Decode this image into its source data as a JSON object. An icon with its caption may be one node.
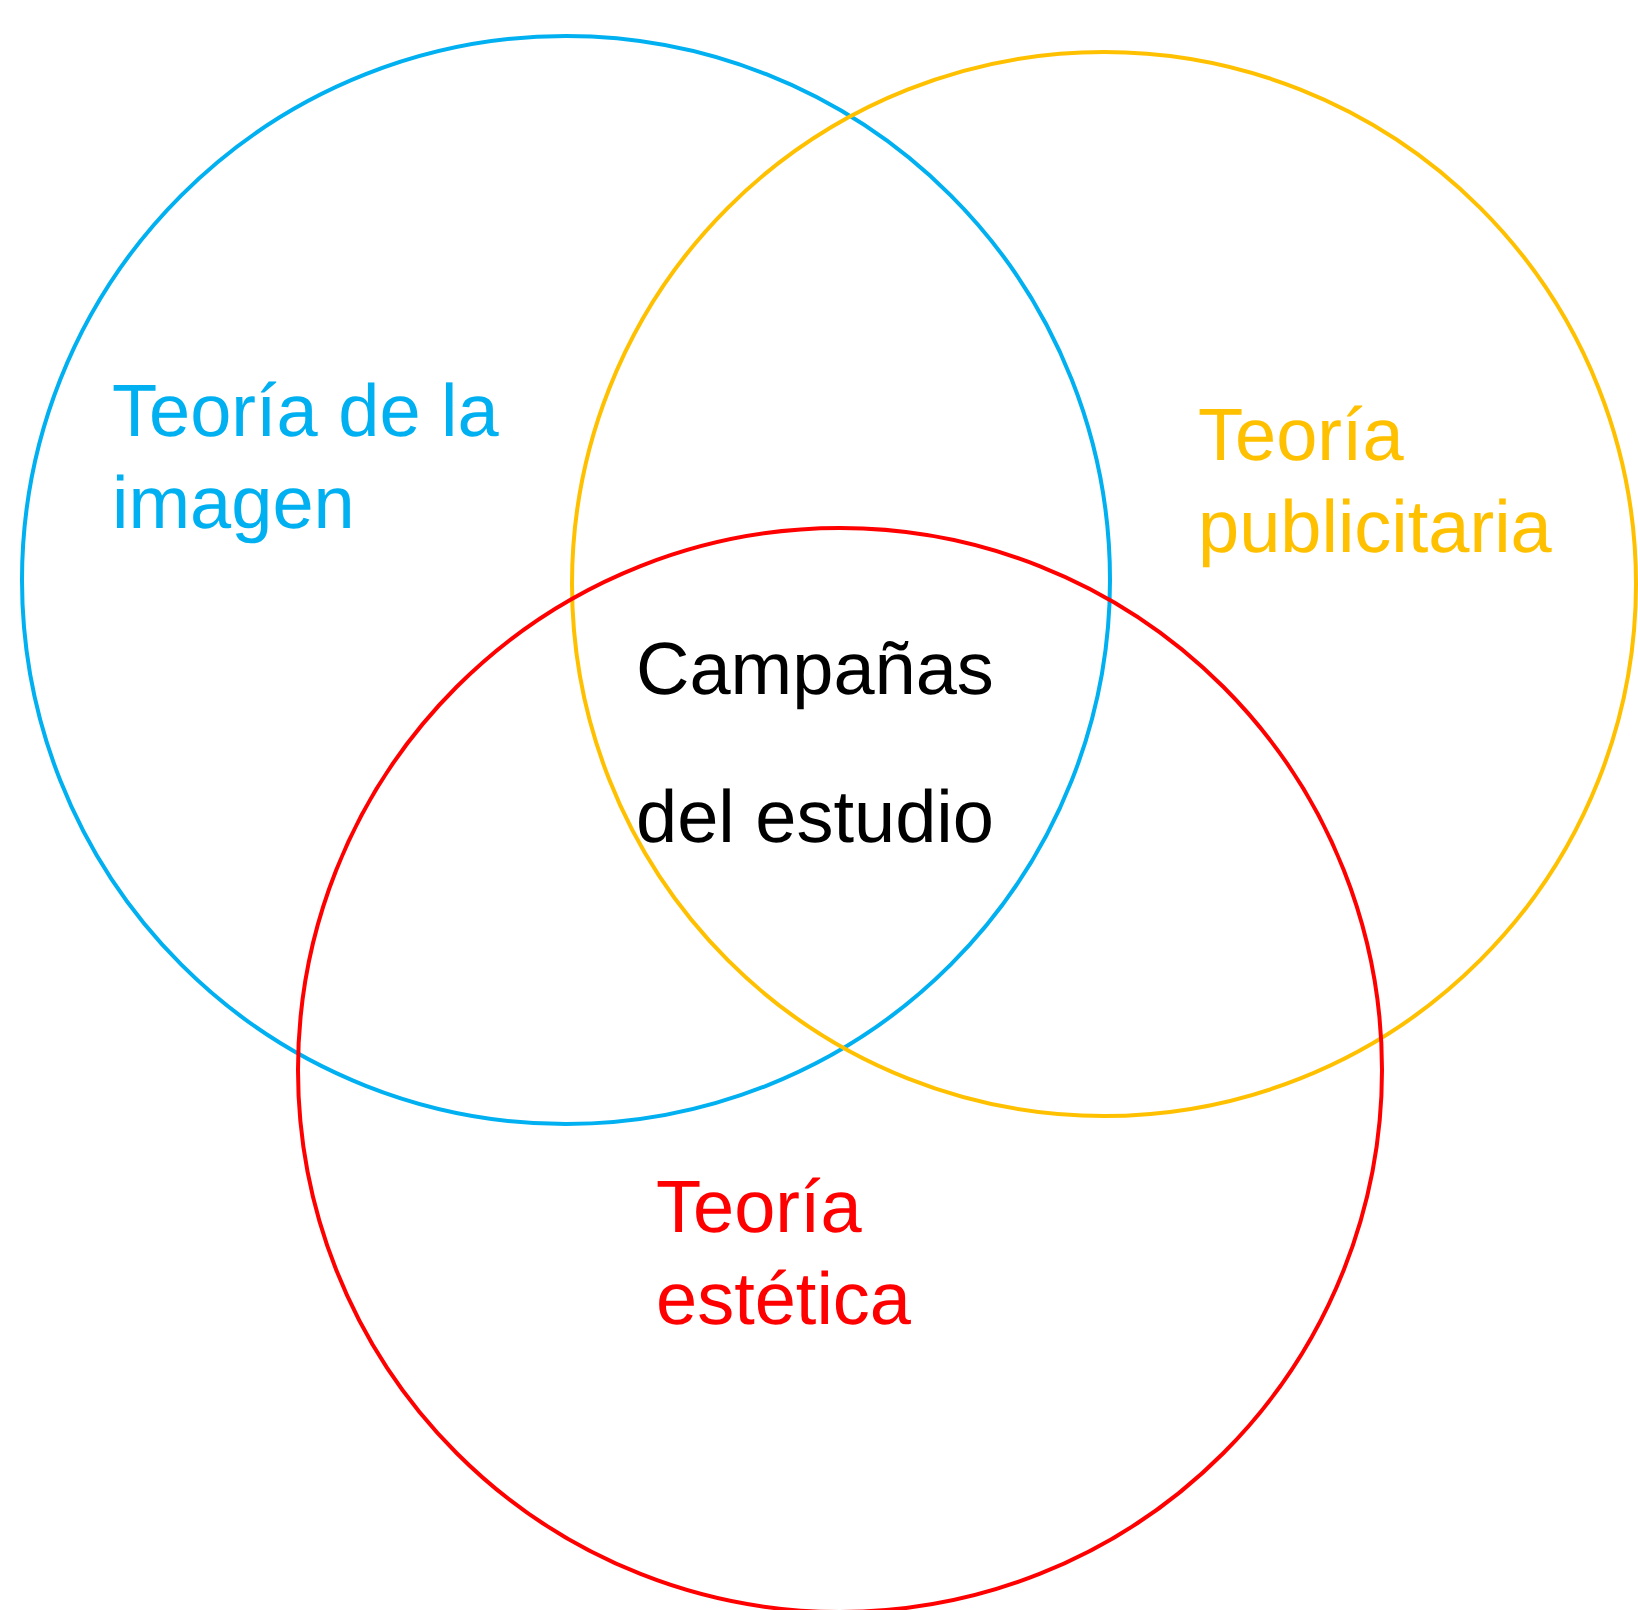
{
  "diagram": {
    "nodes": [
      {
        "text": [
          "Teoría de la imagen"
        ]
      },
      {
        "text": [
          "Teoría publicitaria"
        ]
      },
      {
        "text": [
          "Teoría estética"
        ]
      }
    ],
    "edges": [],
    "labels": [
      "Campañas del estudio"
    ]
  }
}
